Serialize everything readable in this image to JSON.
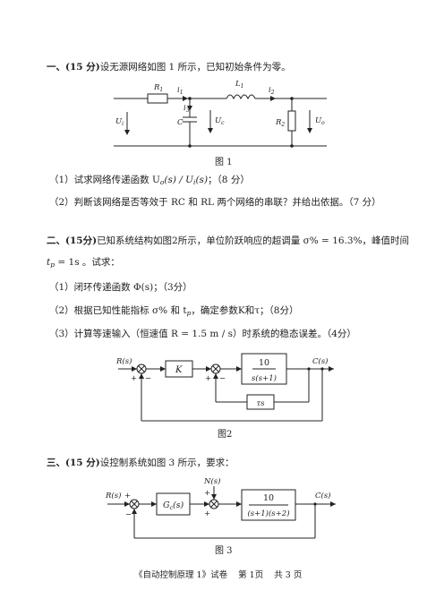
{
  "q1": {
    "heading": "一、(15 分)",
    "text": "设无源网络如图 1 所示，已知初始条件为零。",
    "figure_caption": "图 1",
    "labels": {
      "R1": "R",
      "R1_sub": "1",
      "i1": "i",
      "i1_sub": "1",
      "L1": "L",
      "L1_sub": "1",
      "i2": "i",
      "i2_sub": "2",
      "i3": "i",
      "i3_sub": "3",
      "C": "C",
      "Ui": "U",
      "Ui_sub": "i",
      "Uc": "U",
      "Uc_sub": "c",
      "R2": "R",
      "R2_sub": "2",
      "Uo": "U",
      "Uo_sub": "o"
    },
    "item1": "（1）试求网络传递函数 U",
    "item1_math_a": "o",
    "item1_math_b": "(s) / U",
    "item1_math_c": "i",
    "item1_math_d": "(s)",
    "item1_tail": "；（8 分）",
    "item2": "（2）判断该网络是否等效于 RC 和 RL 两个网络的串联？并给出依据。（7 分）"
  },
  "q2": {
    "heading": "二、(15分)",
    "text": "已知系统结构如图2所示，单位阶跃响应的超调量 σ% = 16.3%，峰值时间",
    "text2": "t",
    "text2_sub": "p",
    "text2_tail": " = 1s 。试求：",
    "item1": "（1）闭环传递函数 Φ(s)；（3分）",
    "item2": "（2）根据已知性能指标 σ% 和 t",
    "item2_sub": "p",
    "item2_tail": "，确定参数K和τ；（8分）",
    "item3": "（3）计算等速输入（恒速值 R = 1.5 m / s）时系统的稳态误差。（4分）",
    "figure_caption": "图2",
    "diagram": {
      "input": "R(s)",
      "output": "C(s)",
      "gain": "K",
      "plant_num": "10",
      "plant_den": "s(s+1)",
      "feedback": "τs",
      "sign_plus": "+",
      "sign_minus": "−"
    }
  },
  "q3": {
    "heading": "三、(15 分)",
    "text": "设控制系统如图 3 所示，要求：",
    "figure_caption": "图 3",
    "diagram": {
      "input": "R(s)",
      "output": "C(s)",
      "disturbance": "N(s)",
      "controller": "G",
      "controller_sub": "c",
      "controller_tail": "(s)",
      "plant_num": "10",
      "plant_den": "(s+1)(s+2)",
      "sign_plus": "+",
      "sign_minus": "−"
    }
  },
  "footer": "《自动控制原理 1》试卷    第 1页    共 3 页"
}
